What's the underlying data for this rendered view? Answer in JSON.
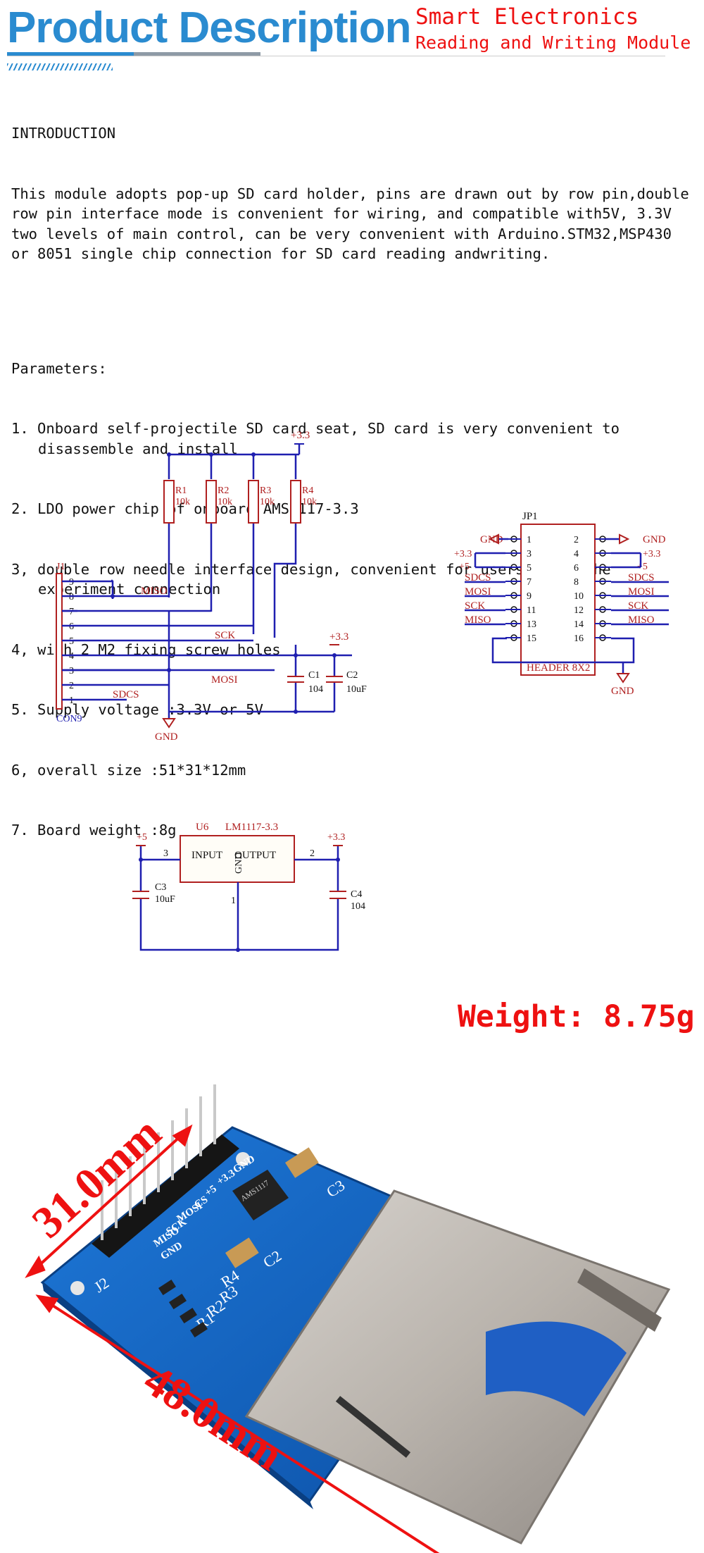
{
  "header": {
    "title": "Product Description",
    "subtitle_line1": "Smart Electronics",
    "subtitle_line2": "Reading and Writing Module"
  },
  "intro": {
    "heading": "INTRODUCTION",
    "body": "This module adopts pop-up SD card holder, pins are drawn out by row pin,double row pin interface mode is convenient for wiring, and compatible with5V, 3.3V two levels of main control, can be very convenient with Arduino.STM32,MSP430 or 8051 single chip connection for SD card reading andwriting."
  },
  "parameters": {
    "heading": "Parameters:",
    "items": [
      "1. Onboard self-projectile SD card seat, SD card is very convenient to disassemble and install",
      "2. LDO power chip of onboard AMS1117-3.3",
      "3, double row needle interface design, convenient for users to do the experiment connection",
      "4, with 2 M2 fixing screw holes",
      "5. Supply voltage :3.3V or 5V",
      "6, overall size :51*31*12mm",
      "7. Board weight :8g"
    ]
  },
  "schematic_sd": {
    "supply": "+3.3",
    "resistors": [
      "R1",
      "R2",
      "R3",
      "R4"
    ],
    "resistor_value": "10k",
    "connector": "J1",
    "connector_type": "CON9",
    "pins": [
      "9",
      "8",
      "7",
      "6",
      "5",
      "4",
      "3",
      "2",
      "1"
    ],
    "signals": [
      "MISO",
      "SCK",
      "MOSI",
      "SDCS"
    ],
    "cap1": "C1",
    "cap1_value": "104",
    "cap2": "C2",
    "cap2_value": "10uF",
    "gnd": "GND"
  },
  "schematic_header": {
    "ref": "JP1",
    "name": "HEADER 8X2",
    "left_pins": [
      "1",
      "3",
      "5",
      "7",
      "9",
      "11",
      "13",
      "15"
    ],
    "right_pins": [
      "2",
      "4",
      "6",
      "8",
      "10",
      "12",
      "14",
      "16"
    ],
    "left_labels": [
      "GND",
      "+3.3",
      "+5",
      "SDCS",
      "MOSI",
      "SCK",
      "MISO"
    ],
    "right_labels": [
      "GND",
      "+3.3",
      "+5",
      "SDCS",
      "MOSI",
      "SCK",
      "MISO"
    ],
    "gnd": "GND"
  },
  "schematic_regulator": {
    "ref": "U6",
    "part": "LM1117-3.3",
    "input": "INPUT",
    "output": "OUTPUT",
    "gnd_pin": "GND",
    "pin_in": "3",
    "pin_out": "2",
    "pin_gnd": "1",
    "vin": "+5",
    "vout": "+3.3",
    "cap_in": "C3",
    "cap_in_value": "10uF",
    "cap_out": "C4",
    "cap_out_value": "104"
  },
  "weight": "Weight: 8.75g",
  "photo": {
    "dim_width": "31.0mm",
    "dim_length": "48.0mm",
    "silk_labels": [
      "GND",
      "+3.3",
      "+5",
      "CS",
      "MOSI",
      "SCK",
      "MISO",
      "GND"
    ],
    "silk_parts": [
      "J2",
      "C3",
      "C2",
      "R4",
      "R3",
      "R2",
      "R1"
    ],
    "chip_text": "AMS1117"
  },
  "colors": {
    "title_blue": "#2a8bd0",
    "accent_red": "#e11111",
    "wire_blue": "#1f1fb0",
    "component_red": "#b02020",
    "pcb_blue": "#1565c0"
  }
}
